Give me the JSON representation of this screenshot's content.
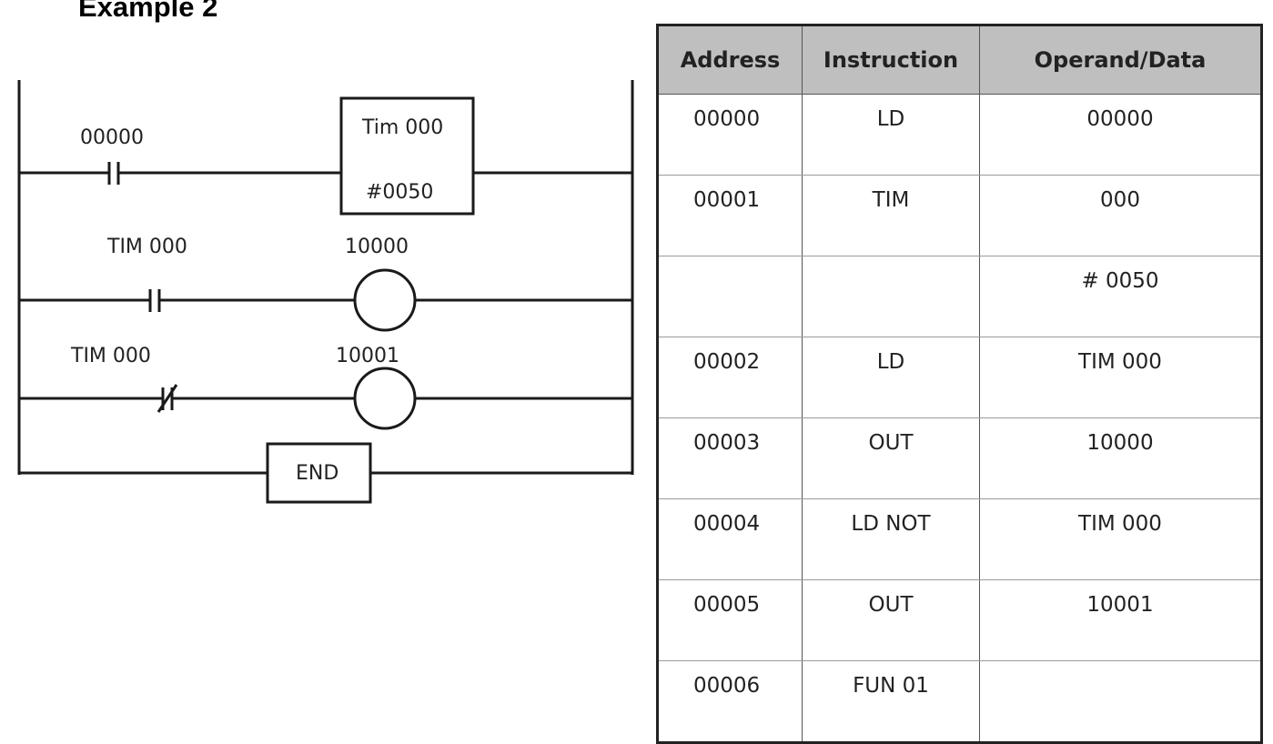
{
  "title": "Example 2",
  "ladder": {
    "rung1": {
      "contact_label": "00000",
      "timer_name": "Tim 000",
      "timer_preset": "#0050"
    },
    "rung2": {
      "contact_label": "TIM 000",
      "coil_label": "10000"
    },
    "rung3": {
      "contact_label": "TIM 000",
      "coil_label": "10001"
    },
    "end_label": "END"
  },
  "table": {
    "headers": [
      "Address",
      "Instruction",
      "Operand/Data"
    ],
    "rows": [
      [
        "00000",
        "LD",
        "00000"
      ],
      [
        "00001",
        "TIM",
        "000"
      ],
      [
        "",
        "",
        "# 0050"
      ],
      [
        "00002",
        "LD",
        "TIM 000"
      ],
      [
        "00003",
        "OUT",
        "10000"
      ],
      [
        "00004",
        "LD NOT",
        "TIM 000"
      ],
      [
        "00005",
        "OUT",
        "10001"
      ],
      [
        "00006",
        "FUN 01",
        ""
      ]
    ]
  }
}
